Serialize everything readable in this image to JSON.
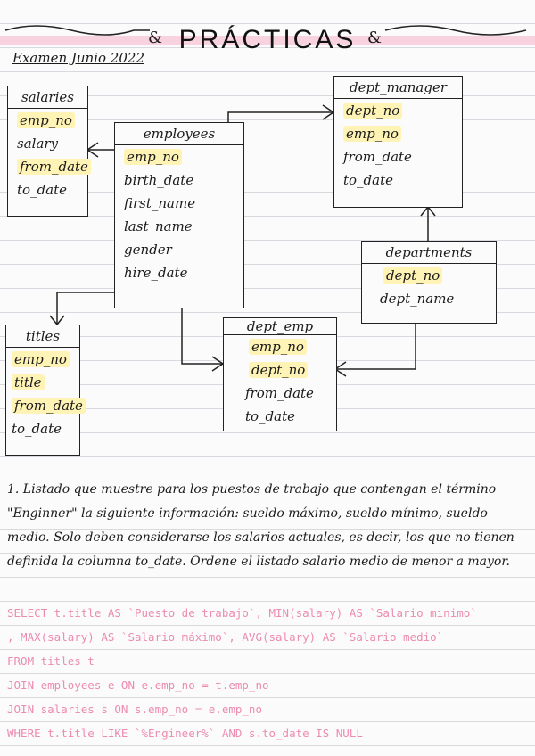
{
  "header": {
    "title": "PRÁCTICAS",
    "subtitle": "Examen Junio 2022"
  },
  "tables": {
    "salaries": {
      "name": "salaries",
      "fields": [
        "emp_no",
        "salary",
        "from_date",
        "to_date"
      ]
    },
    "employees": {
      "name": "employees",
      "fields": [
        "emp_no",
        "birth_date",
        "first_name",
        "last_name",
        "gender",
        "hire_date"
      ]
    },
    "dept_manager": {
      "name": "dept_manager",
      "fields": [
        "dept_no",
        "emp_no",
        "from_date",
        "to_date"
      ]
    },
    "departments": {
      "name": "departments",
      "fields": [
        "dept_no",
        "dept_name"
      ]
    },
    "dept_emp": {
      "name": "dept_emp",
      "fields": [
        "emp_no",
        "dept_no",
        "from_date",
        "to_date"
      ]
    },
    "titles": {
      "name": "titles",
      "fields": [
        "emp_no",
        "title",
        "from_date",
        "to_date"
      ]
    }
  },
  "question": {
    "text": "1. Listado que muestre para los puestos de trabajo que contengan el término \"Enginner\" la siguiente información: sueldo máximo, sueldo mínimo, sueldo medio. Solo deben considerarse los salarios actuales, es decir, los que no tienen definida la columna to_date. Ordene el listado salario medio de menor a mayor."
  },
  "sql": {
    "lines": [
      "SELECT t.title AS `Puesto de trabajo`, MIN(salary) AS `Salario minimo`",
      ", MAX(salary) AS `Salario máximo`, AVG(salary) AS `Salario medio`",
      "FROM titles t",
      "JOIN employees e ON e.emp_no = t.emp_no",
      "JOIN salaries s ON s.emp_no = e.emp_no",
      "WHERE t.title LIKE `%Engineer%` AND s.to_date IS NULL"
    ]
  },
  "colors": {
    "highlight_yellow": "#fff3b5",
    "highlight_pink": "#f7c6d6",
    "sql_pink": "#ec8cb0",
    "ink": "#1b1b1b"
  }
}
